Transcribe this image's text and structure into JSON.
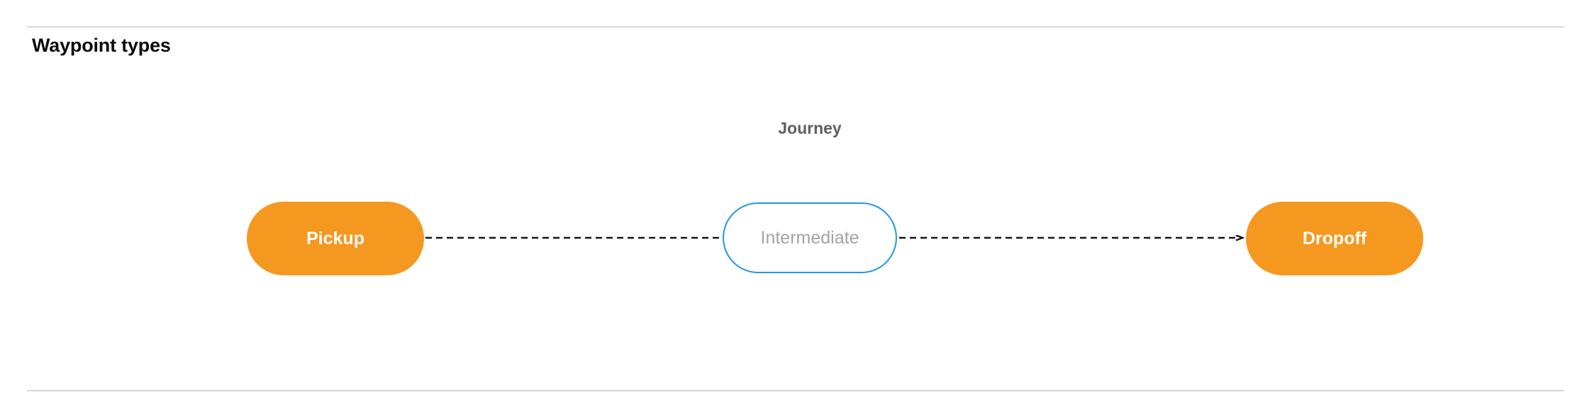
{
  "section": {
    "title": "Waypoint types"
  },
  "diagram": {
    "caption": "Journey",
    "nodes": [
      {
        "id": "pickup",
        "label": "Pickup",
        "style": "filled",
        "fill": "#f5981f",
        "text_color": "#ffffff",
        "border_color": "none"
      },
      {
        "id": "intermediate",
        "label": "Intermediate",
        "style": "outlined",
        "fill": "#ffffff",
        "text_color": "#a3a3a3",
        "border_color": "#2196e8"
      },
      {
        "id": "dropoff",
        "label": "Dropoff",
        "style": "filled",
        "fill": "#f5981f",
        "text_color": "#ffffff",
        "border_color": "none"
      }
    ],
    "edges": [
      {
        "id": "pickup-to-intermediate",
        "from": "pickup",
        "to": "intermediate",
        "line_style": "dashed",
        "color": "#141414",
        "arrowhead": false
      },
      {
        "id": "intermediate-to-dropoff",
        "from": "intermediate",
        "to": "dropoff",
        "line_style": "dashed",
        "color": "#141414",
        "arrowhead": true
      }
    ]
  },
  "colors": {
    "accent_orange": "#f5981f",
    "accent_blue": "#2196e8",
    "divider": "#d8d8d8",
    "caption_text": "#5f5f5f",
    "title_text": "#0b0b0b",
    "muted_text": "#a3a3a3",
    "edge": "#141414",
    "background": "#ffffff"
  }
}
